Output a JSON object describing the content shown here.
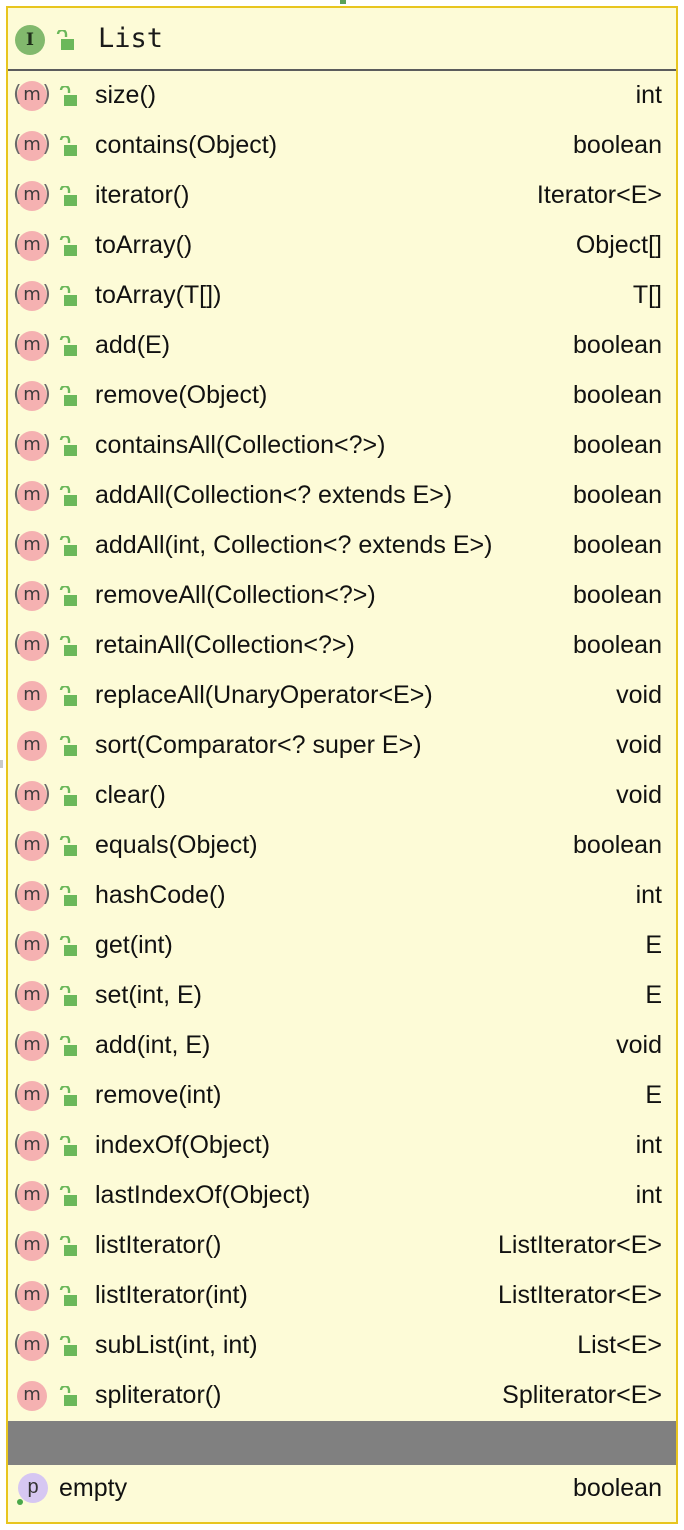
{
  "header": {
    "badge": "I",
    "title": "List"
  },
  "methods": [
    {
      "name": "size()",
      "type": "int",
      "icon": "m-paren"
    },
    {
      "name": "contains(Object)",
      "type": "boolean",
      "icon": "m-paren"
    },
    {
      "name": "iterator()",
      "type": "Iterator<E>",
      "icon": "m-paren"
    },
    {
      "name": "toArray()",
      "type": "Object[]",
      "icon": "m-paren"
    },
    {
      "name": "toArray(T[])",
      "type": "T[]",
      "icon": "m-paren"
    },
    {
      "name": "add(E)",
      "type": "boolean",
      "icon": "m-paren"
    },
    {
      "name": "remove(Object)",
      "type": "boolean",
      "icon": "m-paren"
    },
    {
      "name": "containsAll(Collection<?>)",
      "type": "boolean",
      "icon": "m-paren"
    },
    {
      "name": "addAll(Collection<? extends E>)",
      "type": "boolean",
      "icon": "m-paren"
    },
    {
      "name": "addAll(int, Collection<? extends E>)",
      "type": "boolean",
      "icon": "m-paren"
    },
    {
      "name": "removeAll(Collection<?>)",
      "type": "boolean",
      "icon": "m-paren"
    },
    {
      "name": "retainAll(Collection<?>)",
      "type": "boolean",
      "icon": "m-paren"
    },
    {
      "name": "replaceAll(UnaryOperator<E>)",
      "type": "void",
      "icon": "m"
    },
    {
      "name": "sort(Comparator<? super E>)",
      "type": "void",
      "icon": "m"
    },
    {
      "name": "clear()",
      "type": "void",
      "icon": "m-paren"
    },
    {
      "name": "equals(Object)",
      "type": "boolean",
      "icon": "m-paren"
    },
    {
      "name": "hashCode()",
      "type": "int",
      "icon": "m-paren"
    },
    {
      "name": "get(int)",
      "type": "E",
      "icon": "m-paren"
    },
    {
      "name": "set(int, E)",
      "type": "E",
      "icon": "m-paren"
    },
    {
      "name": "add(int, E)",
      "type": "void",
      "icon": "m-paren"
    },
    {
      "name": "remove(int)",
      "type": "E",
      "icon": "m-paren"
    },
    {
      "name": "indexOf(Object)",
      "type": "int",
      "icon": "m-paren"
    },
    {
      "name": "lastIndexOf(Object)",
      "type": "int",
      "icon": "m-paren"
    },
    {
      "name": "listIterator()",
      "type": "ListIterator<E>",
      "icon": "m-paren"
    },
    {
      "name": "listIterator(int)",
      "type": "ListIterator<E>",
      "icon": "m-paren"
    },
    {
      "name": "subList(int, int)",
      "type": "List<E>",
      "icon": "m-paren"
    },
    {
      "name": "spliterator()",
      "type": "Spliterator<E>",
      "icon": "m"
    }
  ],
  "method_icon_letter": "m",
  "properties": [
    {
      "name": "empty",
      "type": "boolean",
      "icon_letter": "p"
    }
  ],
  "colors": {
    "box_background": "#fdfbd7",
    "box_border": "#e8c51f",
    "interface_badge": "#82b96d",
    "method_badge": "#f5b1b1",
    "property_badge": "#d6c7f2",
    "lock_green": "#6bb85a",
    "section_band": "#808080"
  }
}
